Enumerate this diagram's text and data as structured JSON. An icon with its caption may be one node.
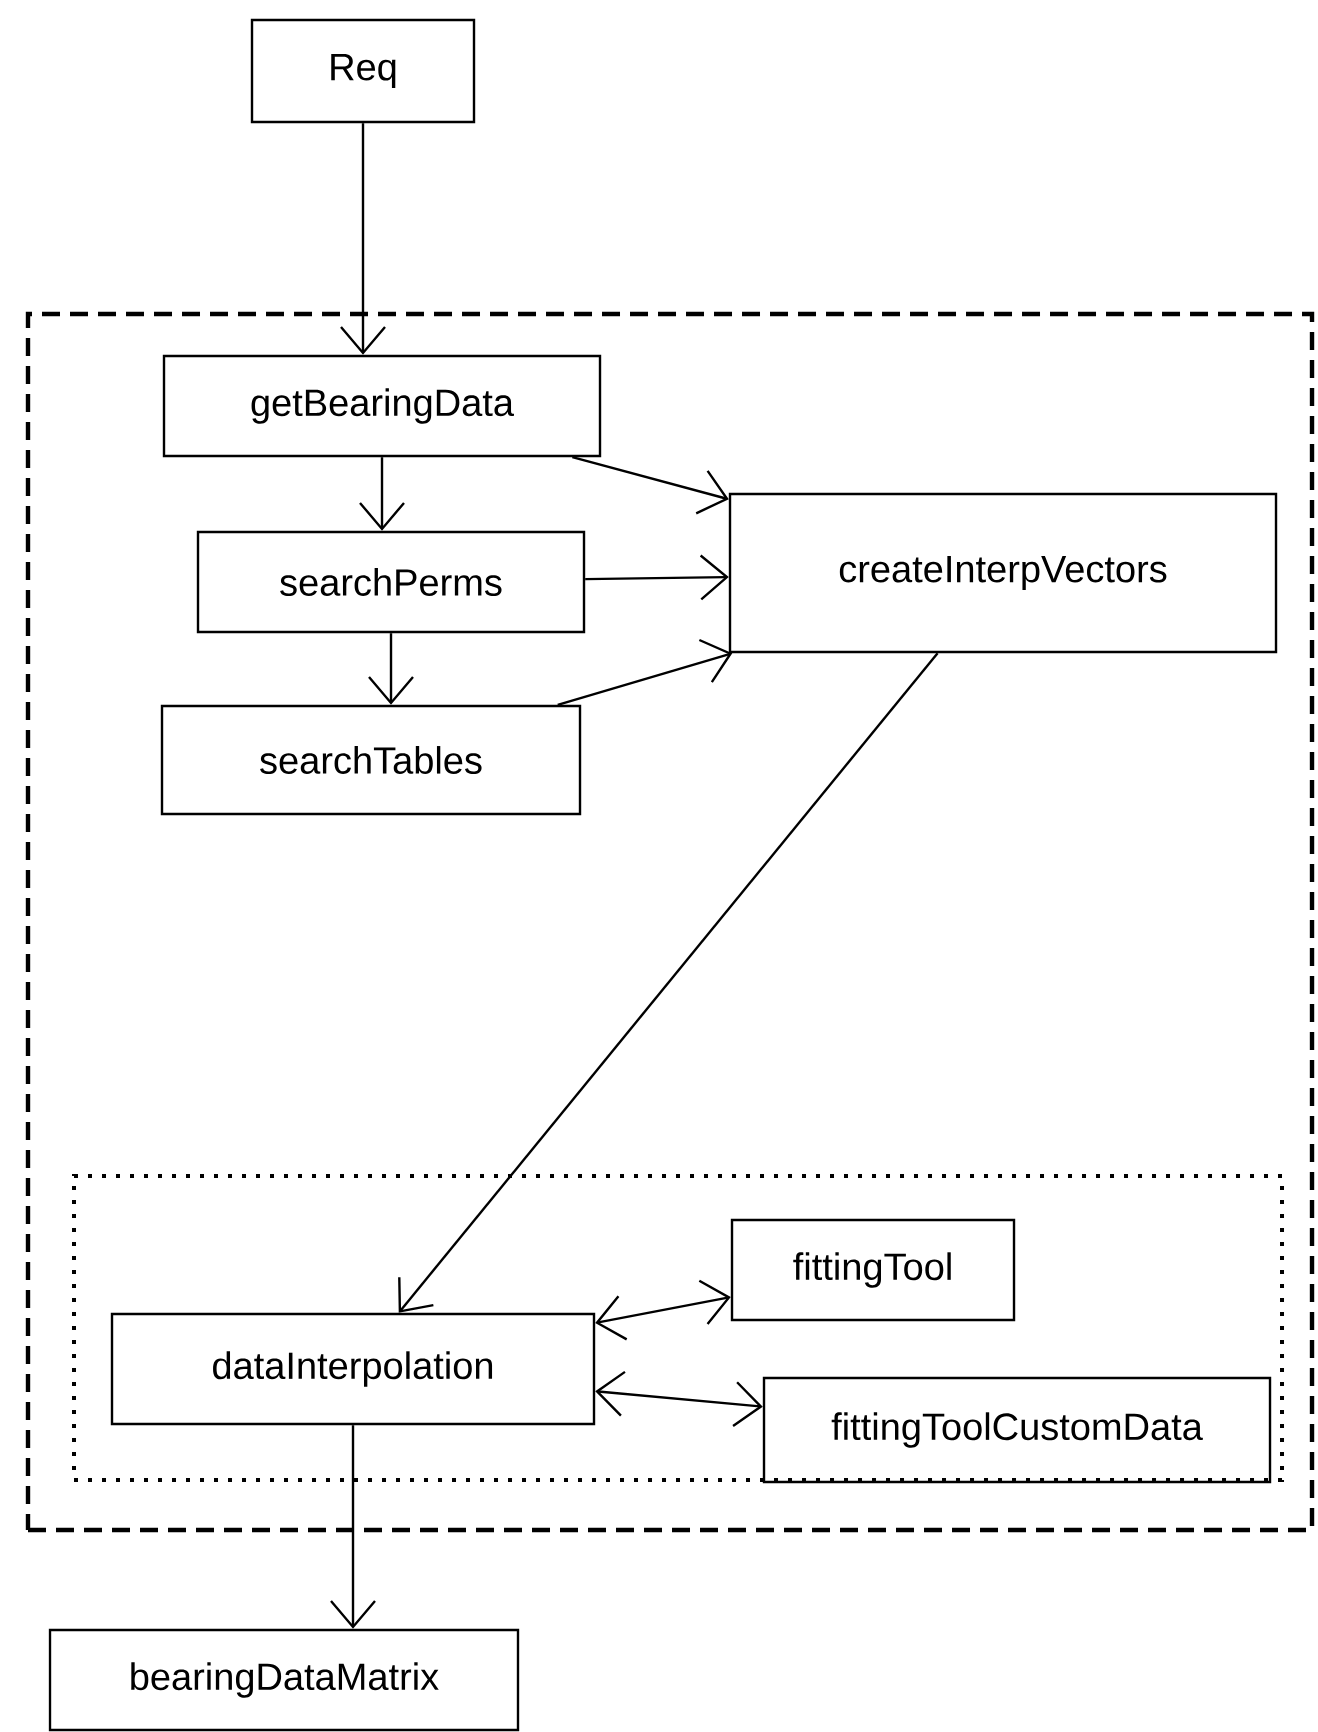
{
  "diagram": {
    "nodes": [
      {
        "text": [
          "Req"
        ]
      },
      {
        "text": [],
        "shape": "box"
      },
      {
        "text": [
          "getBearingData"
        ],
        "in": 1
      },
      {
        "text": [
          "searchPerms"
        ],
        "in": 1
      },
      {
        "text": [
          "createInterpVectors"
        ],
        "in": 1
      },
      {
        "text": [
          "searchTables"
        ],
        "in": 1
      },
      {
        "text": [],
        "shape": "box",
        "in": 1
      },
      {
        "text": [
          "fittingTool"
        ],
        "in": 6
      },
      {
        "text": [
          "dataInterpolation"
        ],
        "in": 6
      },
      {
        "text": [
          "fittingToolCustomData"
        ],
        "in": 6
      },
      {
        "text": [
          "bearingDataMatrix"
        ]
      }
    ],
    "edges": [
      {
        "from": 0,
        "to": 2,
        "arrow": "to"
      },
      {
        "from": 2,
        "to": 3,
        "arrow": "to"
      },
      {
        "from": 2,
        "to": 4,
        "arrow": "to"
      },
      {
        "from": 3,
        "to": 4,
        "arrow": "to"
      },
      {
        "from": 3,
        "to": 5,
        "arrow": "to"
      },
      {
        "from": 5,
        "to": 4,
        "arrow": "to"
      },
      {
        "from": 4,
        "to": 8,
        "arrow": "to"
      },
      {
        "from": 8,
        "to": 7,
        "arrow": "both"
      },
      {
        "from": 8,
        "to": 9,
        "arrow": "both"
      },
      {
        "from": 8,
        "to": 10,
        "arrow": "to"
      }
    ]
  }
}
